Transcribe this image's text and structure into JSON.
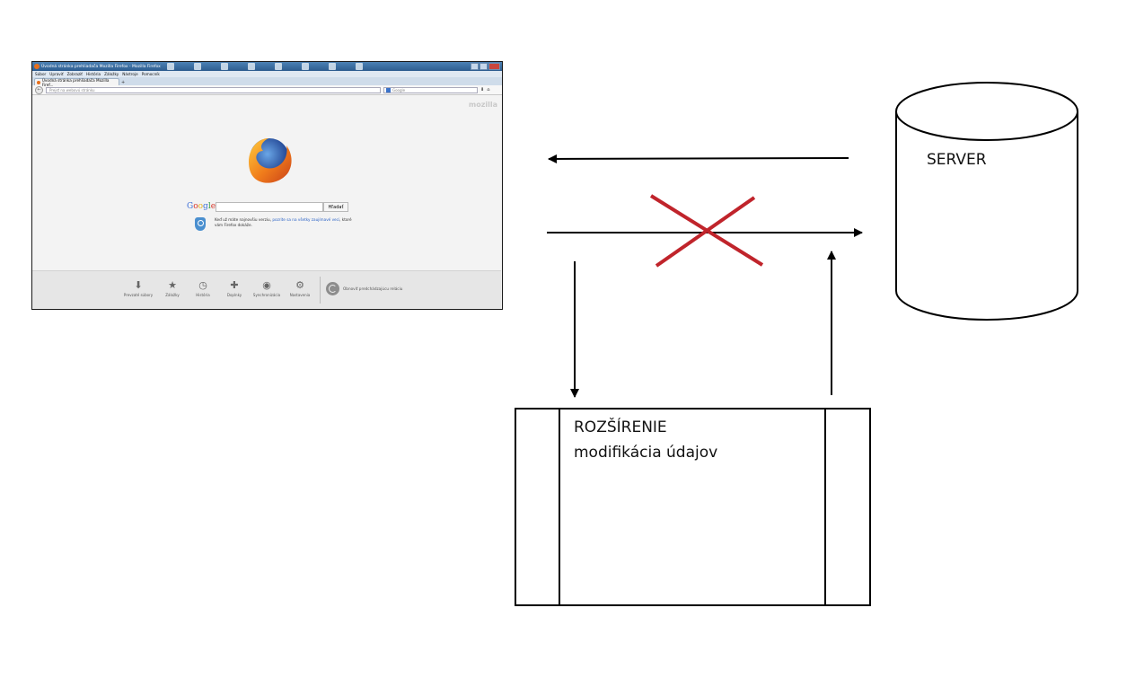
{
  "server": {
    "label": "SERVER"
  },
  "extension": {
    "title": "ROZŠÍRENIE",
    "subtitle": "modifikácia údajov"
  },
  "browser": {
    "window_title": "Úvodná stránka prehliadača Mozilla Firefox - Mozilla Firefox",
    "menu": [
      "Súbor",
      "Upraviť",
      "Zobraziť",
      "História",
      "Záložky",
      "Nástroje",
      "Pomocník"
    ],
    "tab_label": "Úvodná stránka prehliadača Mozilla Firef...",
    "url_placeholder": "Prejsť na webovú stránku",
    "search_engine": "Google",
    "watermark": "mozilla",
    "search_button": "Hľadať",
    "promo_text": "Keď už máte najnovšiu verziu,",
    "promo_link": "pozrite sa na všetky zaujímavé veci",
    "promo_tail": ", ktoré vám Firefox dokáže.",
    "launcher": [
      {
        "label": "Prevzaté súbory",
        "icon": "download-icon"
      },
      {
        "label": "Záložky",
        "icon": "star-icon"
      },
      {
        "label": "História",
        "icon": "clock-icon"
      },
      {
        "label": "Doplnky",
        "icon": "puzzle-icon"
      },
      {
        "label": "Synchronizácia",
        "icon": "sync-icon"
      },
      {
        "label": "Nastavenia",
        "icon": "gear-icon"
      }
    ],
    "restore_label": "Obnoviť predchádzajúcu reláciu"
  },
  "colors": {
    "cross": "#c0242b",
    "lines": "#000000"
  }
}
